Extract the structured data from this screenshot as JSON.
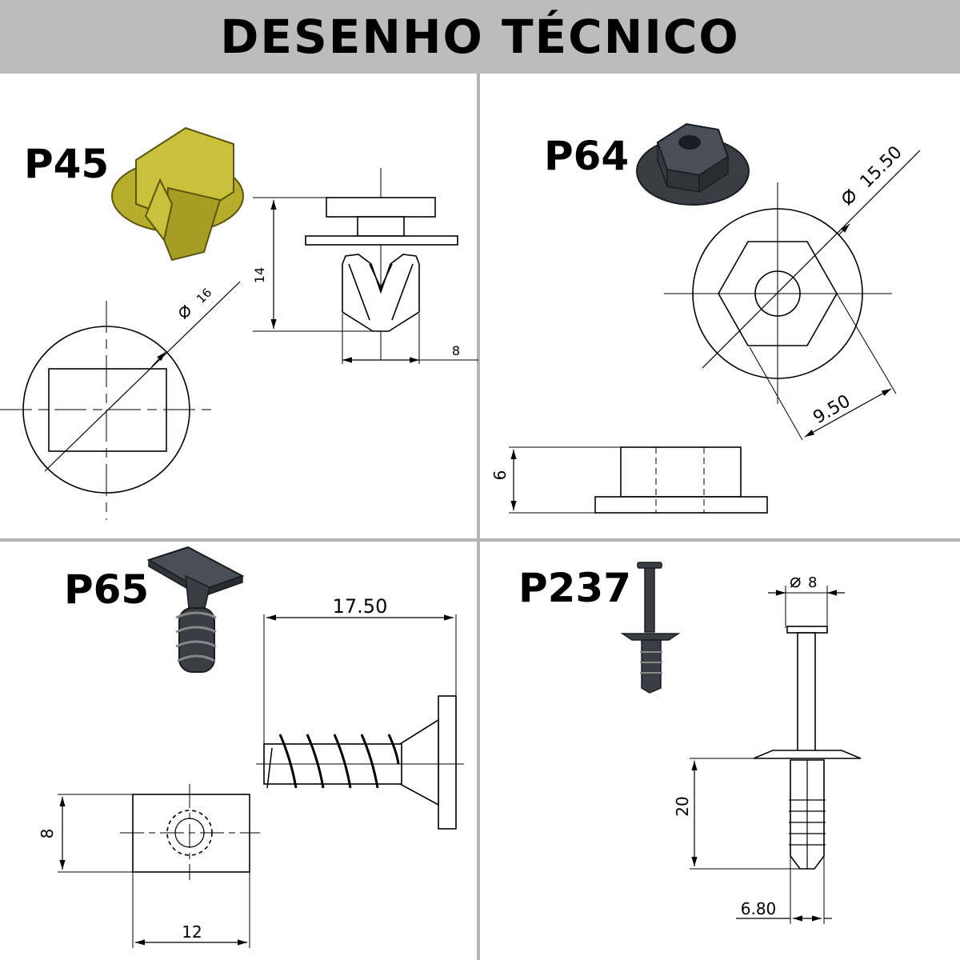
{
  "header": {
    "title": "DESENHO TÉCNICO"
  },
  "parts": {
    "p45": {
      "label": "P45",
      "dims": {
        "diameter": "16",
        "height": "14",
        "width": "8"
      },
      "color": "#b5ad2b"
    },
    "p64": {
      "label": "P64",
      "dims": {
        "diameter": "15.50",
        "across_flats": "9.50",
        "height": "6"
      },
      "color": "#3a3d44"
    },
    "p65": {
      "label": "P65",
      "dims": {
        "length": "17.50",
        "height": "8",
        "width": "12"
      },
      "color": "#3a3d44"
    },
    "p237": {
      "label": "P237",
      "dims": {
        "head_diameter": "8",
        "length": "20",
        "shank_diameter": "6.80"
      },
      "color": "#3a3d44"
    }
  },
  "symbols": {
    "diameter": "⌀"
  }
}
